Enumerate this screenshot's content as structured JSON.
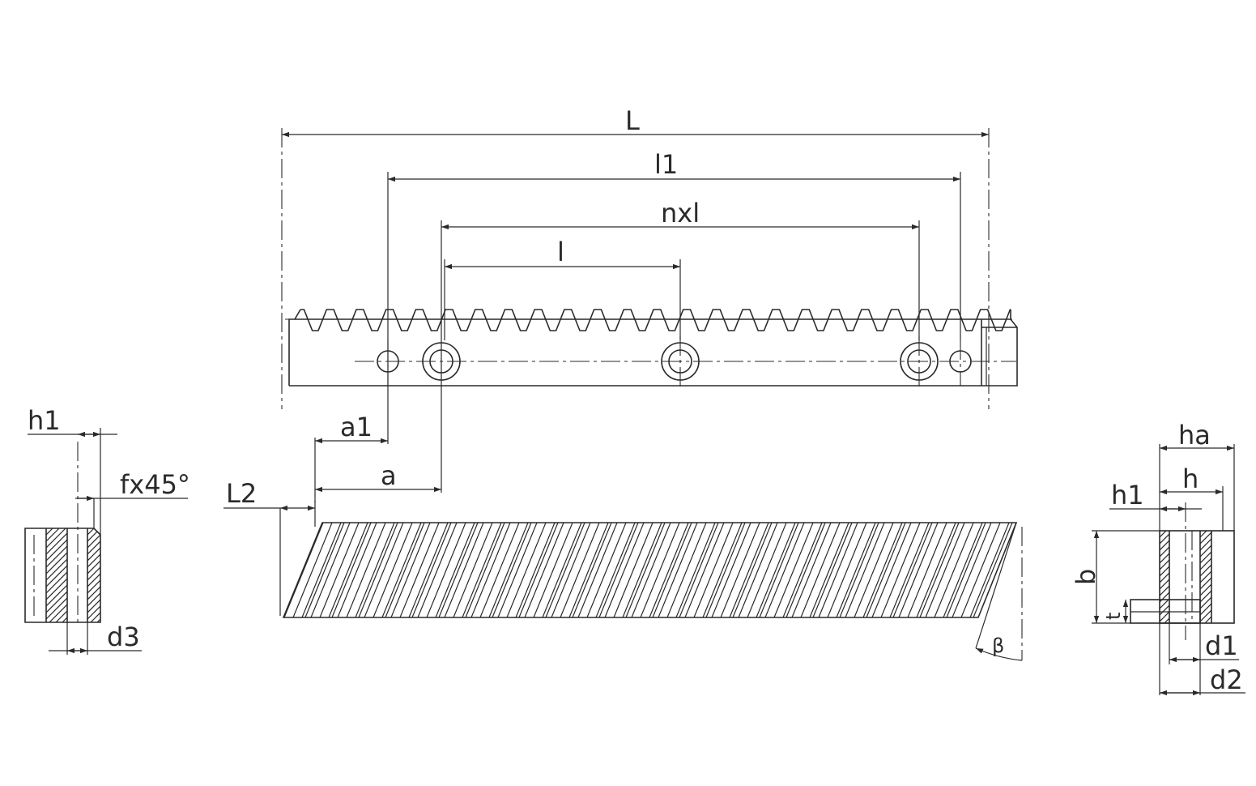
{
  "labels": {
    "L": "L",
    "l1": "l1",
    "nxl": "nxl",
    "l": "l",
    "a1": "a1",
    "a": "a",
    "L2": "L2",
    "h1_left": "h1",
    "fx45": "fx45°",
    "d3": "d3",
    "beta": "β",
    "ha": "ha",
    "h": "h",
    "h1_right": "h1",
    "b": "b",
    "t": "t",
    "d1": "d1",
    "d2": "d2"
  },
  "colors": {
    "line": "#2a2a2a",
    "background": "#ffffff"
  }
}
